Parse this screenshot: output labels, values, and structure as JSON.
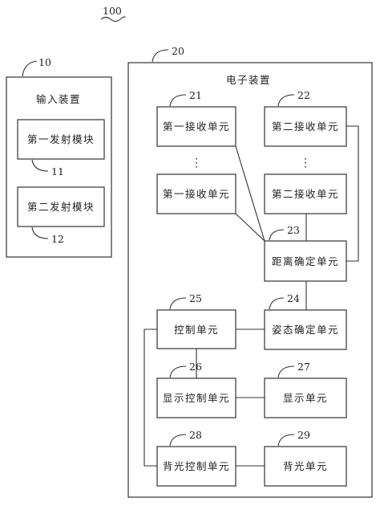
{
  "figure_number": "100",
  "input_device": {
    "number": "10",
    "title": "输入装置",
    "module1": {
      "label": "第一发射模块",
      "number": "11"
    },
    "module2": {
      "label": "第二发射模块",
      "number": "12"
    }
  },
  "electronic_device": {
    "number": "20",
    "title": "电子装置",
    "receiver_first_top": {
      "label": "第一接收单元",
      "number": "21"
    },
    "receiver_second_top": {
      "label": "第二接收单元",
      "number": "22"
    },
    "receiver_first_bottom": {
      "label": "第一接收单元"
    },
    "receiver_second_bottom": {
      "label": "第二接收单元"
    },
    "ellipsis": "⋮",
    "distance_unit": {
      "label": "距离确定单元",
      "number": "23"
    },
    "posture_unit": {
      "label": "姿态确定单元",
      "number": "24"
    },
    "control_unit": {
      "label": "控制单元",
      "number": "25"
    },
    "display_control_unit": {
      "label": "显示控制单元",
      "number": "26"
    },
    "display_unit": {
      "label": "显示单元",
      "number": "27"
    },
    "backlight_control_unit": {
      "label": "背光控制单元",
      "number": "28"
    },
    "backlight_unit": {
      "label": "背光单元",
      "number": "29"
    }
  }
}
